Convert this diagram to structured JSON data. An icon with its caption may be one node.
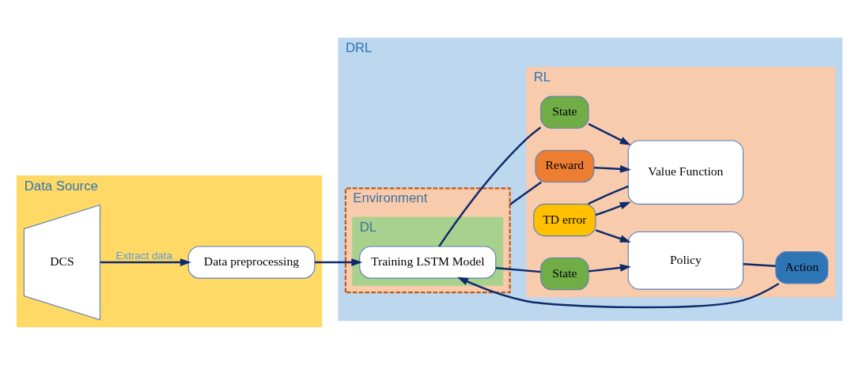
{
  "diagram": {
    "nodes": [
      {
        "text": [
          "Data Source"
        ]
      },
      {
        "text": [
          "DCS"
        ],
        "in": 0
      },
      {
        "text": [
          "Data preprocessing"
        ],
        "in": 0
      },
      {
        "text": [
          "DRL"
        ]
      },
      {
        "text": [
          "RL"
        ],
        "in": 3
      },
      {
        "text": [
          "Environment"
        ],
        "in": 3
      },
      {
        "text": [
          "DL"
        ],
        "in": 5
      },
      {
        "text": [
          "Training LSTM Model"
        ],
        "in": 6
      },
      {
        "text": [
          "State"
        ],
        "in": 4
      },
      {
        "text": [
          "Policy"
        ],
        "in": 4
      },
      {
        "text": [
          "Reward"
        ],
        "in": 4
      },
      {
        "text": [
          "TD error"
        ],
        "in": 4
      },
      {
        "text": [
          "Value Function"
        ],
        "in": 4
      },
      {
        "text": [
          "State"
        ],
        "in": 4
      },
      {
        "text": [
          "Action"
        ],
        "in": 4
      }
    ],
    "edges": [
      {
        "from": 1,
        "to": 2,
        "arrow": "to",
        "label": "Extract data"
      },
      {
        "from": 2,
        "to": 7,
        "arrow": "to"
      },
      {
        "from": 7,
        "to": 8,
        "arrow": "none"
      },
      {
        "from": 8,
        "to": 9,
        "arrow": "to"
      },
      {
        "from": 5,
        "to": 10,
        "arrow": "none"
      },
      {
        "from": 10,
        "to": 12,
        "arrow": "to"
      },
      {
        "from": 7,
        "to": 13,
        "arrow": "none"
      },
      {
        "from": 13,
        "to": 12,
        "arrow": "to"
      },
      {
        "from": 12,
        "to": 11,
        "arrow": "none"
      },
      {
        "from": 11,
        "to": 9,
        "arrow": "to"
      },
      {
        "from": 11,
        "to": 12,
        "arrow": "to"
      },
      {
        "from": 9,
        "to": 14,
        "arrow": "none"
      },
      {
        "from": 14,
        "to": 7,
        "arrow": "to"
      }
    ]
  }
}
